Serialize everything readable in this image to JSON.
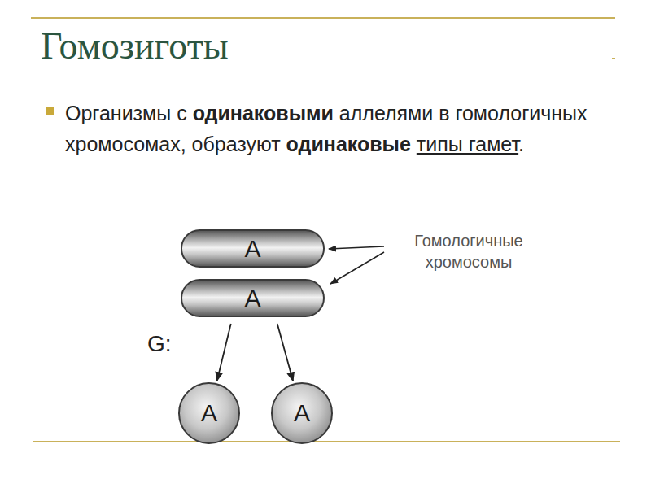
{
  "diagram": {
    "title": "Гомозиготы",
    "nodes": [
      {
        "text": [
          "A"
        ]
      },
      {
        "text": [
          "A"
        ]
      },
      {
        "text": [
          "A"
        ]
      },
      {
        "text": [
          "A"
        ]
      }
    ],
    "edges": [
      {
        "from": 1,
        "to": 2,
        "arrow": "to"
      },
      {
        "from": 1,
        "to": 3,
        "arrow": "to"
      }
    ],
    "labels": [
      "Организмы с",
      "одинаковыми",
      "аллелями в гомологичных хромосомах, образуют",
      "одинаковые",
      "типы гамет",
      ".",
      "Гомологичные хромосомы",
      "G:"
    ]
  }
}
